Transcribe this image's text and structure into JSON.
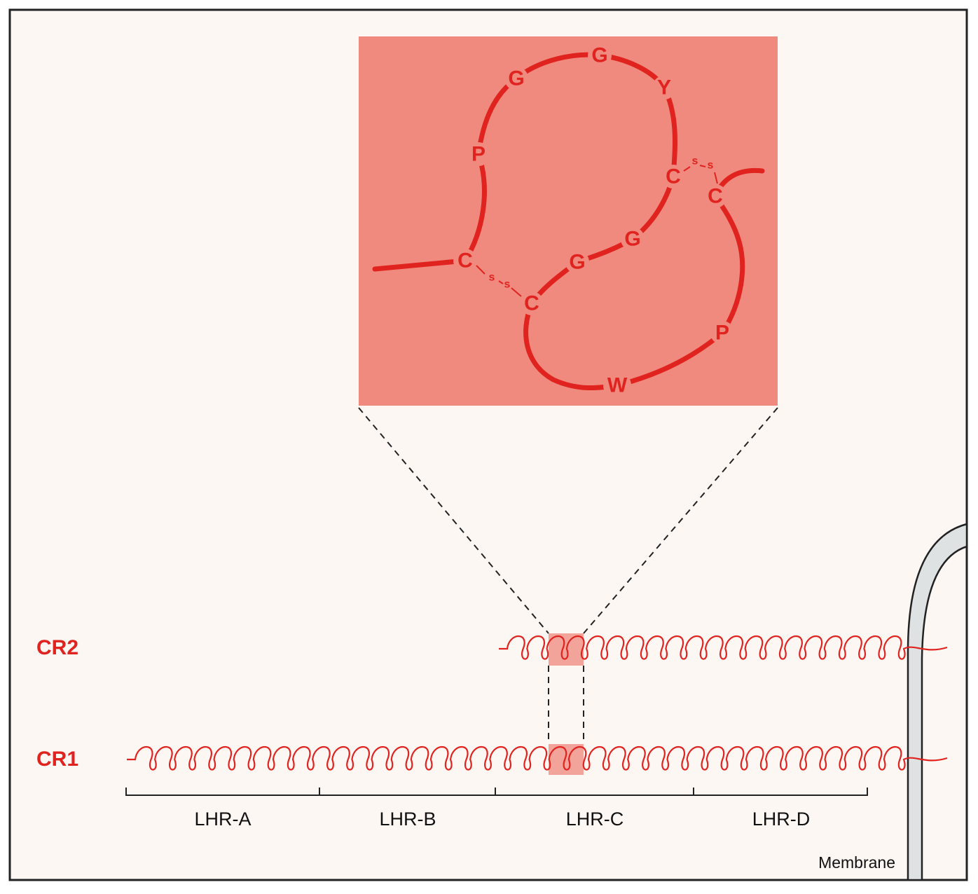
{
  "colors": {
    "accent": "#e0231f",
    "panel": "#f08a7e",
    "highlight": "#f3a49a",
    "background": "#fdf7f4",
    "frame": "#222222",
    "membrane_fill": "#dfe2e2"
  },
  "chains": {
    "cr2": {
      "label": "CR2"
    },
    "cr1": {
      "label": "CR1"
    }
  },
  "regions": [
    {
      "label": "LHR-A"
    },
    {
      "label": "LHR-B"
    },
    {
      "label": "LHR-C"
    },
    {
      "label": "LHR-D"
    }
  ],
  "membrane": {
    "label": "Membrane"
  },
  "inset": {
    "residues": {
      "c1": "C",
      "c2": "C",
      "c3": "C",
      "c4": "C",
      "p1": "P",
      "g1": "G",
      "g2": "G",
      "y": "Y",
      "g3": "G",
      "g4": "G",
      "p2": "P",
      "w": "W"
    },
    "disulfide_labels": {
      "s1a": "s",
      "s1b": "s",
      "s2a": "s",
      "s2b": "s"
    }
  }
}
